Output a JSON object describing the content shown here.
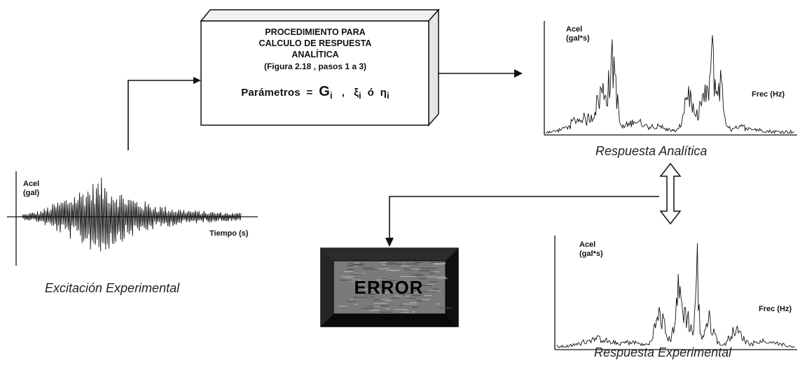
{
  "box": {
    "title_lines": [
      "PROCEDIMIENTO PARA",
      "CALCULO DE RESPUESTA",
      "ANALÍTICA"
    ],
    "figure_ref": "(Figura 2.18 ,  pasos 1 a 3)",
    "params_label": "Parámetros",
    "params_eq": "=",
    "params_g": "G",
    "params_g_sub": "i",
    "params_comma": ",",
    "params_xi": "ξ",
    "params_xi_sub": "i",
    "params_or": "ó",
    "params_eta": "η",
    "params_eta_sub": "i"
  },
  "excitation": {
    "y_label_1": "Acel",
    "y_label_2": "(gal)",
    "x_label": "Tiempo (s)",
    "caption": "Excitación Experimental"
  },
  "analytical": {
    "y_label_1": "Acel",
    "y_label_2": "(gal*s)",
    "x_label": "Frec (Hz)",
    "caption": "Respuesta Analítica"
  },
  "experimental": {
    "y_label_1": "Acel",
    "y_label_2": "(gal*s)",
    "x_label": "Frec (Hz)",
    "caption": "Respuesta Experimental"
  },
  "error_label": "ERROR"
}
